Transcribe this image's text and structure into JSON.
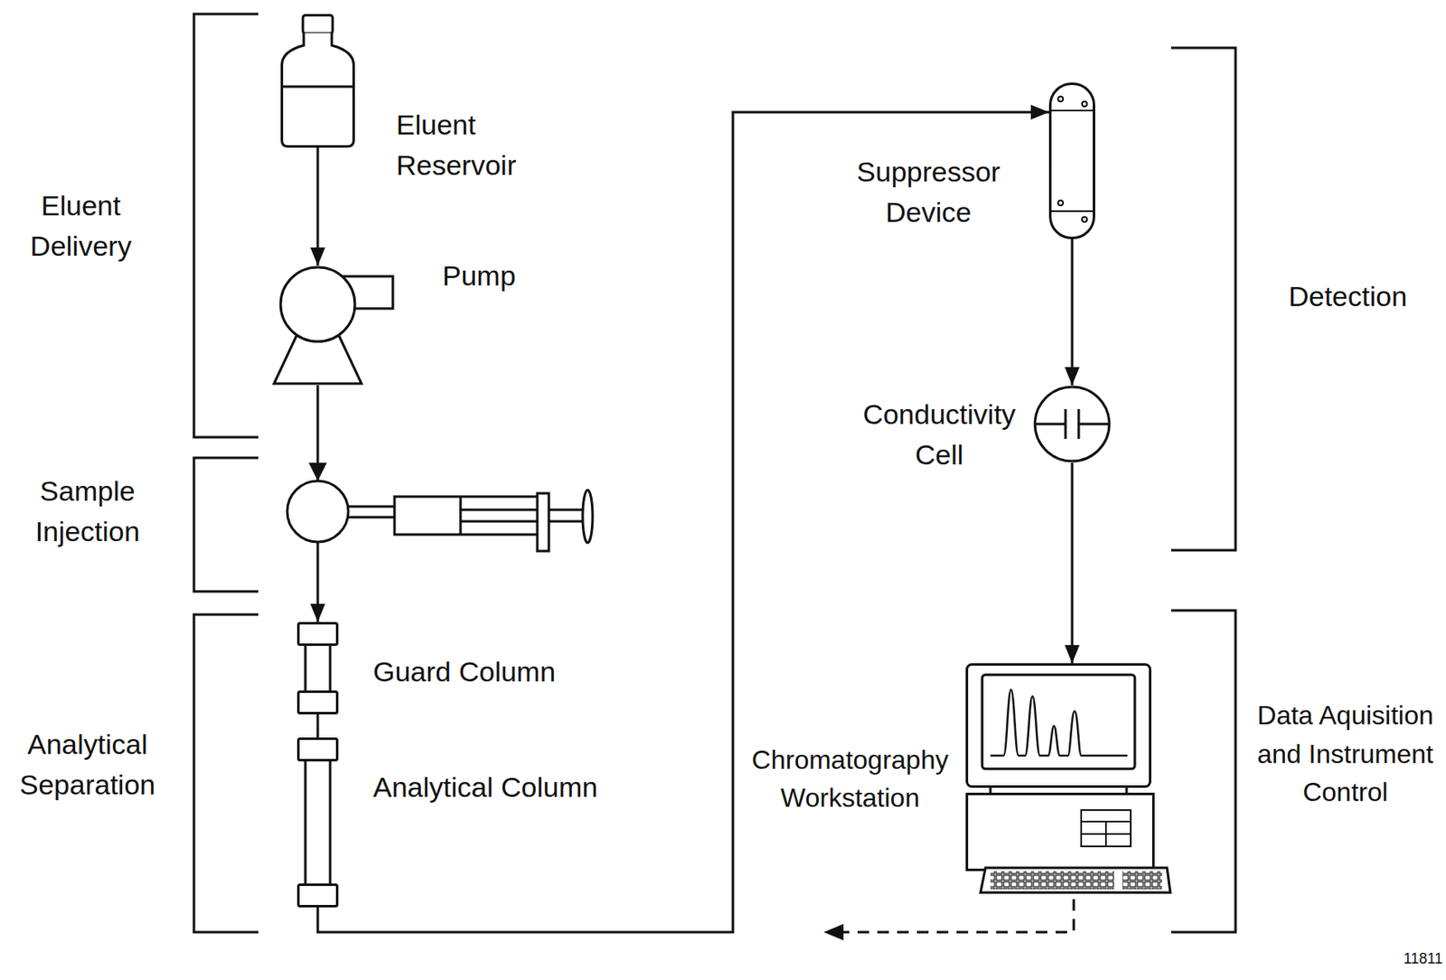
{
  "diagram": {
    "nodes": [
      {
        "text": [
          "Eluent Reservoir"
        ]
      },
      {
        "text": [
          "Pump"
        ]
      },
      {
        "text": [
          "Guard Column"
        ]
      },
      {
        "text": [
          "Analytical Column"
        ]
      },
      {
        "text": [
          "Suppressor Device"
        ]
      },
      {
        "text": [
          "Conductivity Cell"
        ]
      },
      {
        "text": [
          "Chromatography Workstation"
        ]
      }
    ],
    "edges": [
      {
        "from": 0,
        "to": 1,
        "arrow": "to"
      },
      {
        "from": 1,
        "to": 2,
        "arrow": "to"
      },
      {
        "from": 2,
        "to": 3,
        "arrow": "none"
      },
      {
        "from": 3,
        "to": 4,
        "arrow": "to"
      },
      {
        "from": 4,
        "to": 5,
        "arrow": "to"
      },
      {
        "from": 5,
        "to": 6,
        "arrow": "to"
      }
    ],
    "labels": [
      "Eluent Delivery",
      "Sample Injection",
      "Analytical Separation",
      "Detection",
      "Data Aquisition and Instrument Control",
      "11811"
    ]
  }
}
